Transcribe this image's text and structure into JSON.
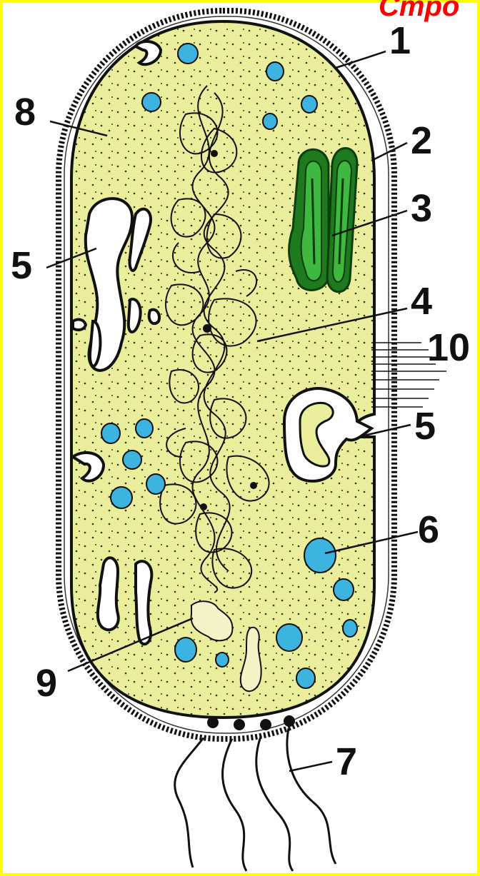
{
  "header_fragment": "Стро",
  "labels": {
    "l1": "1",
    "l2": "2",
    "l3": "3",
    "l4": "4",
    "l5a": "5",
    "l5b": "5",
    "l6": "6",
    "l7": "7",
    "l8": "8",
    "l9": "9",
    "l10": "10"
  },
  "colors": {
    "frame": "#ffff00",
    "cytoplasm": "#eaed9c",
    "ribosome_dot": "#2b3a16",
    "membrane": "#111111",
    "vacuole": "#3db4e0",
    "thylakoid_outer": "#1f7a1f",
    "thylakoid_inner": "#3fb83f",
    "header_text": "#ff0000"
  }
}
